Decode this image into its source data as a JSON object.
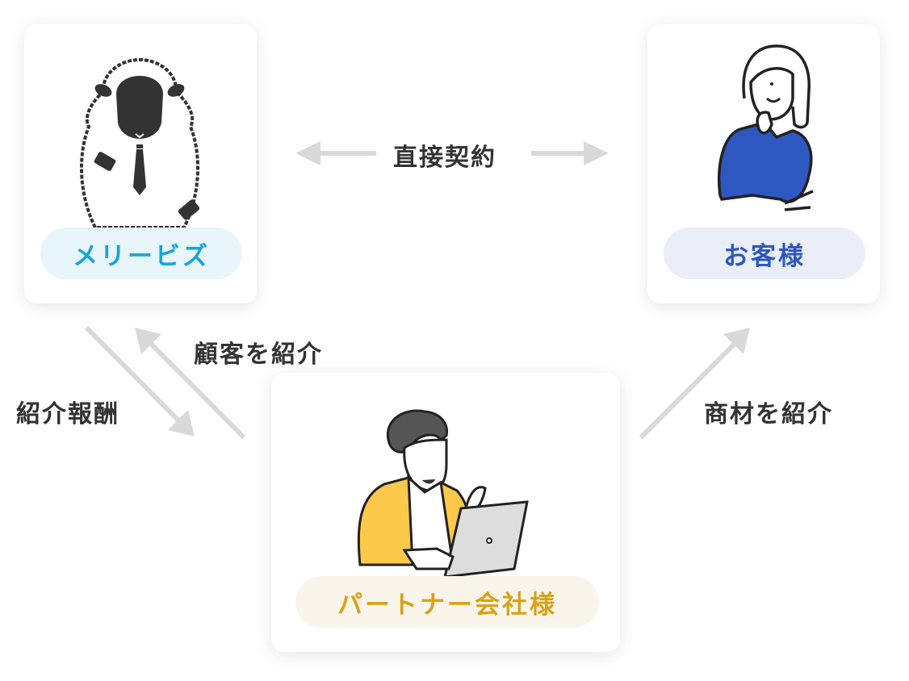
{
  "nodes": {
    "merrybiz": {
      "label": "メリービズ",
      "icon": "sheep-mascot-icon",
      "color": "#16a6d9",
      "pill_bg": "#e8f5fb"
    },
    "customer": {
      "label": "お客様",
      "icon": "businesswoman-icon",
      "color": "#2e58c0",
      "pill_bg": "#e9eef8"
    },
    "partner": {
      "label": "パートナー会社様",
      "icon": "businessman-laptop-icon",
      "color": "#d8a21a",
      "pill_bg": "#faf5ea"
    }
  },
  "edges": {
    "direct_contract": {
      "label": "直接契約",
      "from": "メリービズ",
      "to": "お客様",
      "direction": "bidirectional"
    },
    "introduce_customer": {
      "label": "顧客を紹介",
      "from": "パートナー会社様",
      "to": "メリービズ"
    },
    "referral_fee": {
      "label": "紹介報酬",
      "from": "メリービズ",
      "to": "パートナー会社様"
    },
    "introduce_product": {
      "label": "商材を紹介",
      "from": "パートナー会社様",
      "to": "お客様"
    }
  },
  "colors": {
    "arrow": "#d9d9d9",
    "text": "#333333"
  }
}
